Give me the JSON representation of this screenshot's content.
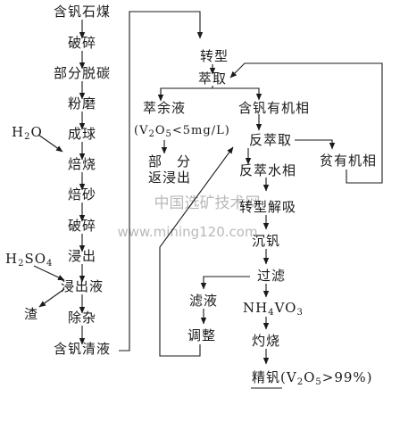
{
  "nodes": {
    "coal": "含钒石煤",
    "crush1": "破碎",
    "decarb": "部分脱碳",
    "grind": "粉磨",
    "h2o_h": "H",
    "h2o_2": "2",
    "h2o_o": "O",
    "pellet": "成球",
    "roast": "焙烧",
    "calcine": "焙砂",
    "crush2": "破碎",
    "h2so4_h": "H",
    "h2so4_2": "2",
    "h2so4_so": "SO",
    "h2so4_4": "4",
    "leach": "浸出",
    "residue": "渣",
    "leachate": "浸出液",
    "purify": "除杂",
    "clear_liquor": "含钒清液",
    "transform": "转型",
    "extract": "萃取",
    "raffinate": "萃余液",
    "raff_cond_a": "(V",
    "raff_cond_b": "2",
    "raff_cond_c": "O",
    "raff_cond_d": "5",
    "raff_cond_e": "<5mg/L)",
    "return_leach_1": "部　分",
    "return_leach_2": "返浸出",
    "loaded_organic": "含钒有机相",
    "strip": "反萃取",
    "strip_aqueous": "反萃水相",
    "lean_organic": "贫有机相",
    "desorb": "转型解吸",
    "precip": "沉钒",
    "filter": "过滤",
    "filtrate": "滤液",
    "nh4vo3_a": "NH",
    "nh4vo3_b": "4",
    "nh4vo3_c": "VO",
    "nh4vo3_d": "3",
    "adjust": "调整",
    "calcination": "灼烧",
    "product_a": "精钒(V",
    "product_b": "2",
    "product_c": "O",
    "product_d": "5",
    "product_e": ">99%)"
  },
  "watermark": {
    "cn": "中国选矿技术网",
    "url": "www.mining120.com"
  }
}
